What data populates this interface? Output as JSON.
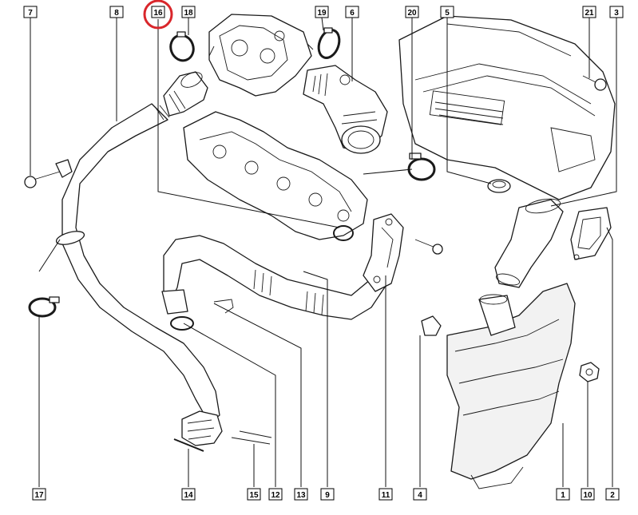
{
  "colors": {
    "highlight": "#d9262b",
    "line": "#1a1a1a",
    "tag_border": "#000000"
  },
  "callouts": {
    "top": [
      "7",
      "8",
      "16",
      "18",
      "19",
      "6",
      "20",
      "5",
      "21",
      "3"
    ],
    "bottom": [
      "17",
      "14",
      "15",
      "12",
      "13",
      "9",
      "11",
      "4",
      "1",
      "10",
      "2"
    ]
  },
  "highlighted_part": "16"
}
